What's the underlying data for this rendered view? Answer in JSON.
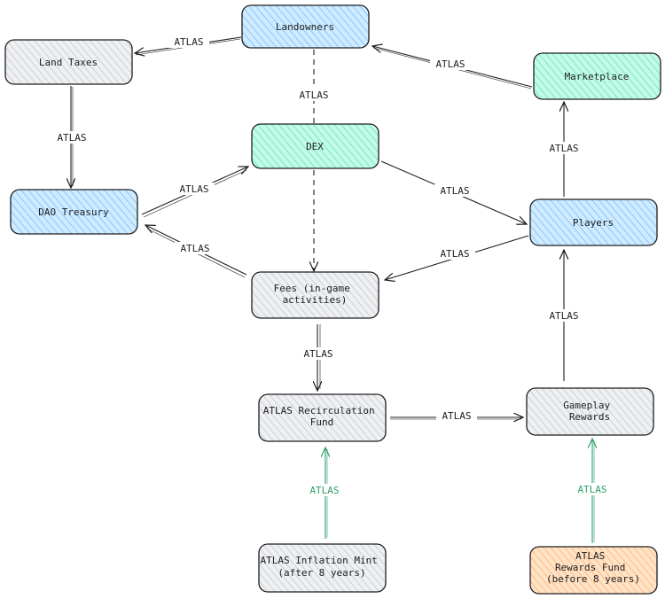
{
  "colors": {
    "blue": "#a5d8ff",
    "teal": "#96f2d7",
    "gray": "#dee2e6",
    "orange": "#ffc89a",
    "stroke": "#1e1e1e",
    "green_edge": "#2f9e6a"
  },
  "nodes": {
    "landowners": {
      "label": [
        "Landowners"
      ]
    },
    "land_taxes": {
      "label": [
        "Land Taxes"
      ]
    },
    "marketplace": {
      "label": [
        "Marketplace"
      ]
    },
    "dex": {
      "label": [
        "DEX"
      ]
    },
    "dao_treasury": {
      "label": [
        "DAO Treasury"
      ]
    },
    "players": {
      "label": [
        "Players"
      ]
    },
    "fees": {
      "label": [
        "Fees (in-game",
        "activities)"
      ]
    },
    "recirculation": {
      "label": [
        "ATLAS Recirculation",
        "Fund"
      ]
    },
    "gameplay": {
      "label": [
        "Gameplay",
        "Rewards"
      ]
    },
    "inflation": {
      "label": [
        "ATLAS Inflation Mint",
        "(after 8 years)"
      ]
    },
    "rewards_fund": {
      "label": [
        "ATLAS",
        "Rewards Fund",
        "(before 8 years)"
      ]
    }
  },
  "edges": {
    "landowners_to_land_taxes": "ATLAS",
    "land_taxes_to_dao": "ATLAS",
    "landowners_dex_dashed": "ATLAS",
    "marketplace_to_landowners": "ATLAS",
    "players_to_marketplace": "ATLAS",
    "dao_to_dex": "ATLAS",
    "dex_to_players": "ATLAS",
    "fees_to_dao": "ATLAS",
    "players_to_fees": "ATLAS",
    "fees_to_recirculation": "ATLAS",
    "recirculation_to_gameplay": "ATLAS",
    "gameplay_to_players": "ATLAS",
    "inflation_to_recirculation": "ATLAS",
    "rewards_fund_to_gameplay": "ATLAS"
  }
}
